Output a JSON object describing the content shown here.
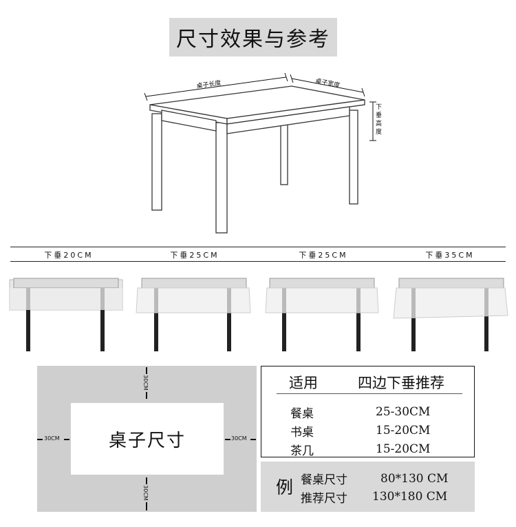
{
  "title": "尺寸效果与参考",
  "diagram": {
    "length_label": "桌子长度",
    "width_label": "桌子宽度",
    "drop_label_chars": [
      "下",
      "垂",
      "高",
      "度"
    ]
  },
  "drops": [
    {
      "label": "下垂20CM"
    },
    {
      "label": "下垂25CM"
    },
    {
      "label": "下垂25CM"
    },
    {
      "label": "下垂35CM"
    }
  ],
  "size_panel": {
    "center_label": "桌子尺寸",
    "top": "30CM",
    "bottom": "30CM",
    "left": "30CM",
    "right": "30CM"
  },
  "recommend": {
    "header_use": "适用",
    "header_drop": "四边下垂推荐",
    "rows": [
      {
        "use": "餐桌",
        "drop": "25-30CM"
      },
      {
        "use": "书桌",
        "drop": "15-20CM"
      },
      {
        "use": "茶几",
        "drop": "15-20CM"
      }
    ]
  },
  "example": {
    "label": "例",
    "rows": [
      {
        "name": "餐桌尺寸",
        "value": "80*130 CM"
      },
      {
        "name": "推荐尺寸",
        "value": "130*180 CM"
      }
    ]
  }
}
